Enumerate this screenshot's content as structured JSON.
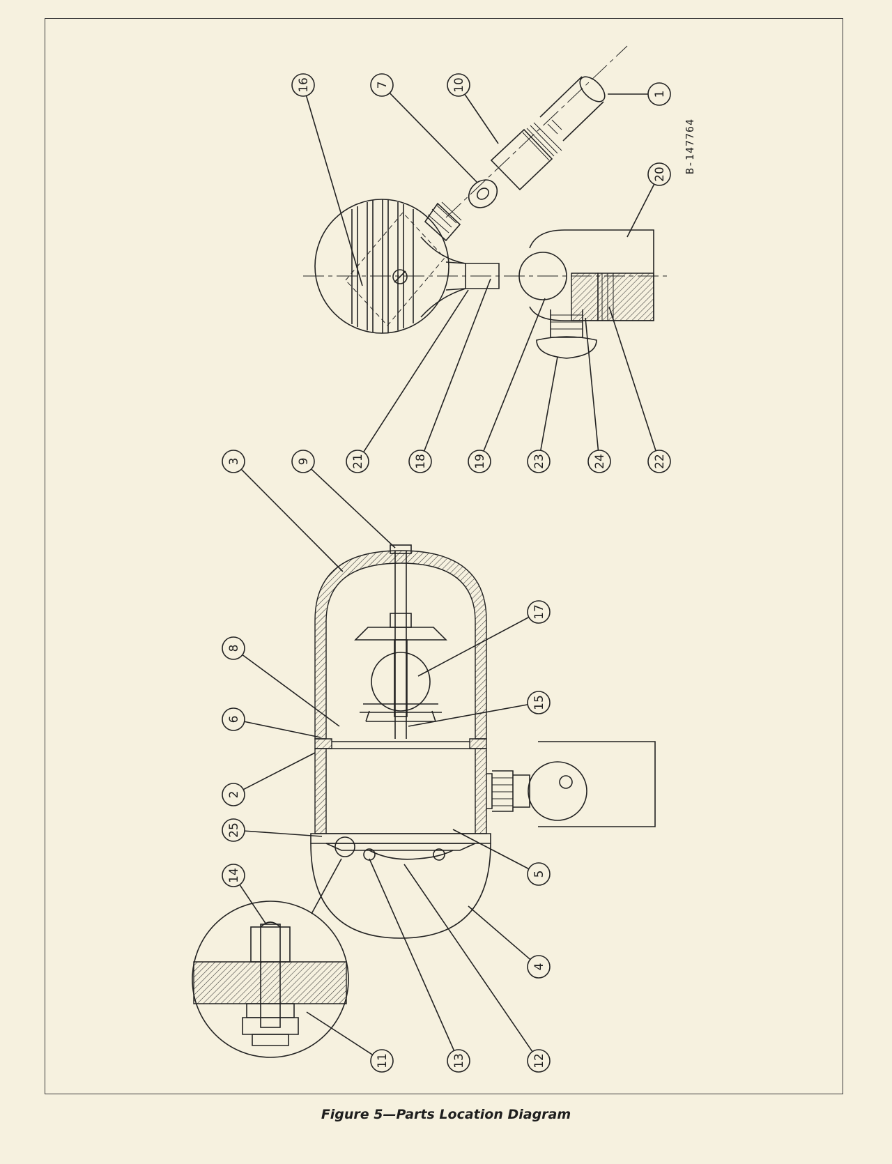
{
  "figure": {
    "caption": "Figure 5—Parts Location Diagram",
    "drawing_number": "B-147764"
  },
  "callouts": [
    "1",
    "2",
    "3",
    "4",
    "5",
    "6",
    "7",
    "8",
    "9",
    "10",
    "11",
    "12",
    "13",
    "14",
    "15",
    "16",
    "17",
    "18",
    "19",
    "20",
    "21",
    "22",
    "23",
    "24",
    "25"
  ]
}
